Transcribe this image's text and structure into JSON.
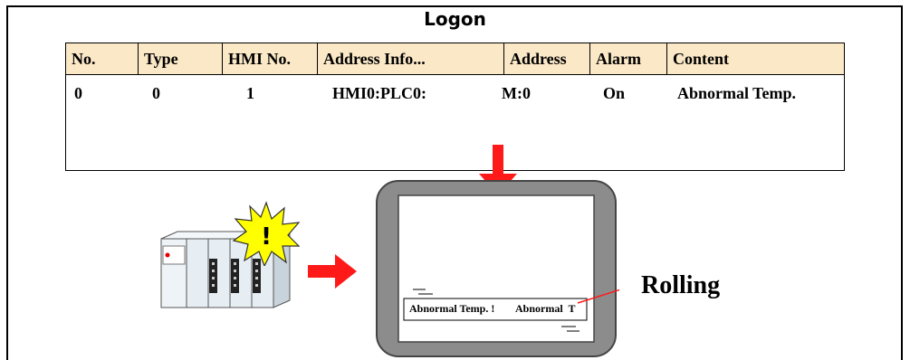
{
  "title": "Logon",
  "table": {
    "headers": [
      "No.",
      "Type",
      "HMI No.",
      "Address Info...",
      "Address",
      "Alarm",
      "Content"
    ],
    "rows": [
      [
        "0",
        "0",
        "1",
        "HMI0:PLC0:",
        "M:0",
        "On",
        "Abnormal Temp."
      ]
    ]
  },
  "plc": {
    "alert_glyph": "!"
  },
  "hmi": {
    "scroll_text_1": "Abnormal Temp. !",
    "scroll_text_2": "Abnormal  T",
    "callout_label": "Rolling"
  },
  "colors": {
    "header_fill": "#fbe8c6",
    "arrow": "#ff1a1a",
    "star": "#ffff00",
    "bezel": "#8c8c8c",
    "plc_body": "#e6eef4"
  },
  "icons": [
    "plc-rack-icon",
    "alert-star-icon",
    "right-arrow-icon",
    "down-arrow-icon",
    "hmi-panel-icon"
  ]
}
